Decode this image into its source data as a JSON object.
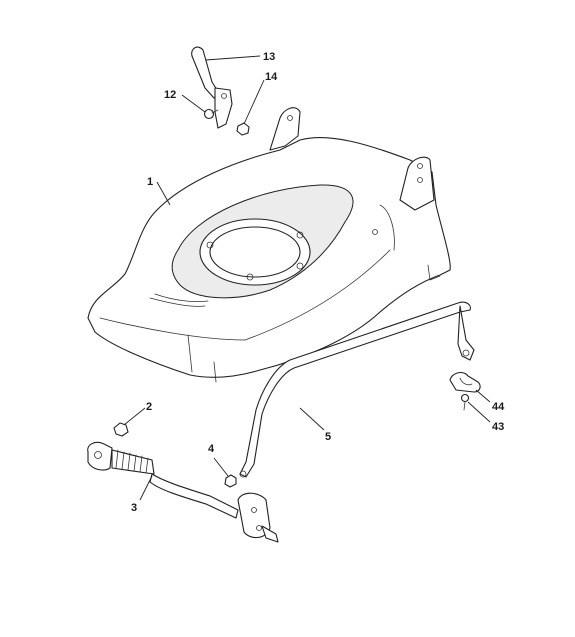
{
  "callouts": {
    "c1": "1",
    "c2": "2",
    "c3": "3",
    "c4": "4",
    "c5": "5",
    "c12": "12",
    "c13": "13",
    "c14": "14",
    "c43": "43",
    "c44": "44"
  },
  "colors": {
    "line": "#222222",
    "background": "#ffffff"
  }
}
